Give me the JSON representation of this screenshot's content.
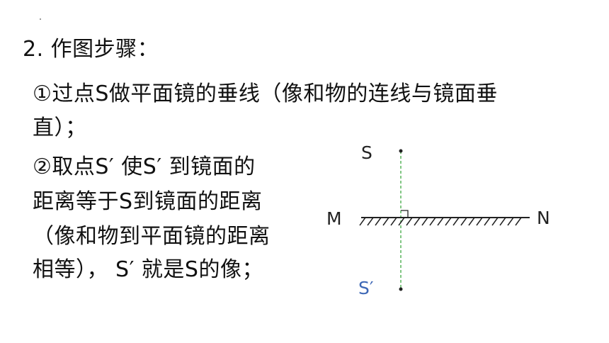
{
  "heading": "2. 作图步骤：",
  "steps": {
    "step1_line1": "①过点S做平面镜的垂线（像和物的连线与镜面垂",
    "step1_line2": "直）；",
    "step2_line1": "②取点S′ 使S′ 到镜面的",
    "step2_line2": "距离等于S到镜面的距离",
    "step2_line3": "（像和物到平面镜的距离",
    "step2_line4": "相等）， S′ 就是S的像；"
  },
  "diagram": {
    "labels": {
      "object": "S",
      "image": "S′",
      "mirror_left": "M",
      "mirror_right": "N"
    },
    "colors": {
      "image_label": "#3e68b6",
      "dashed_line": "#4caf50",
      "mirror": "#222222"
    }
  }
}
